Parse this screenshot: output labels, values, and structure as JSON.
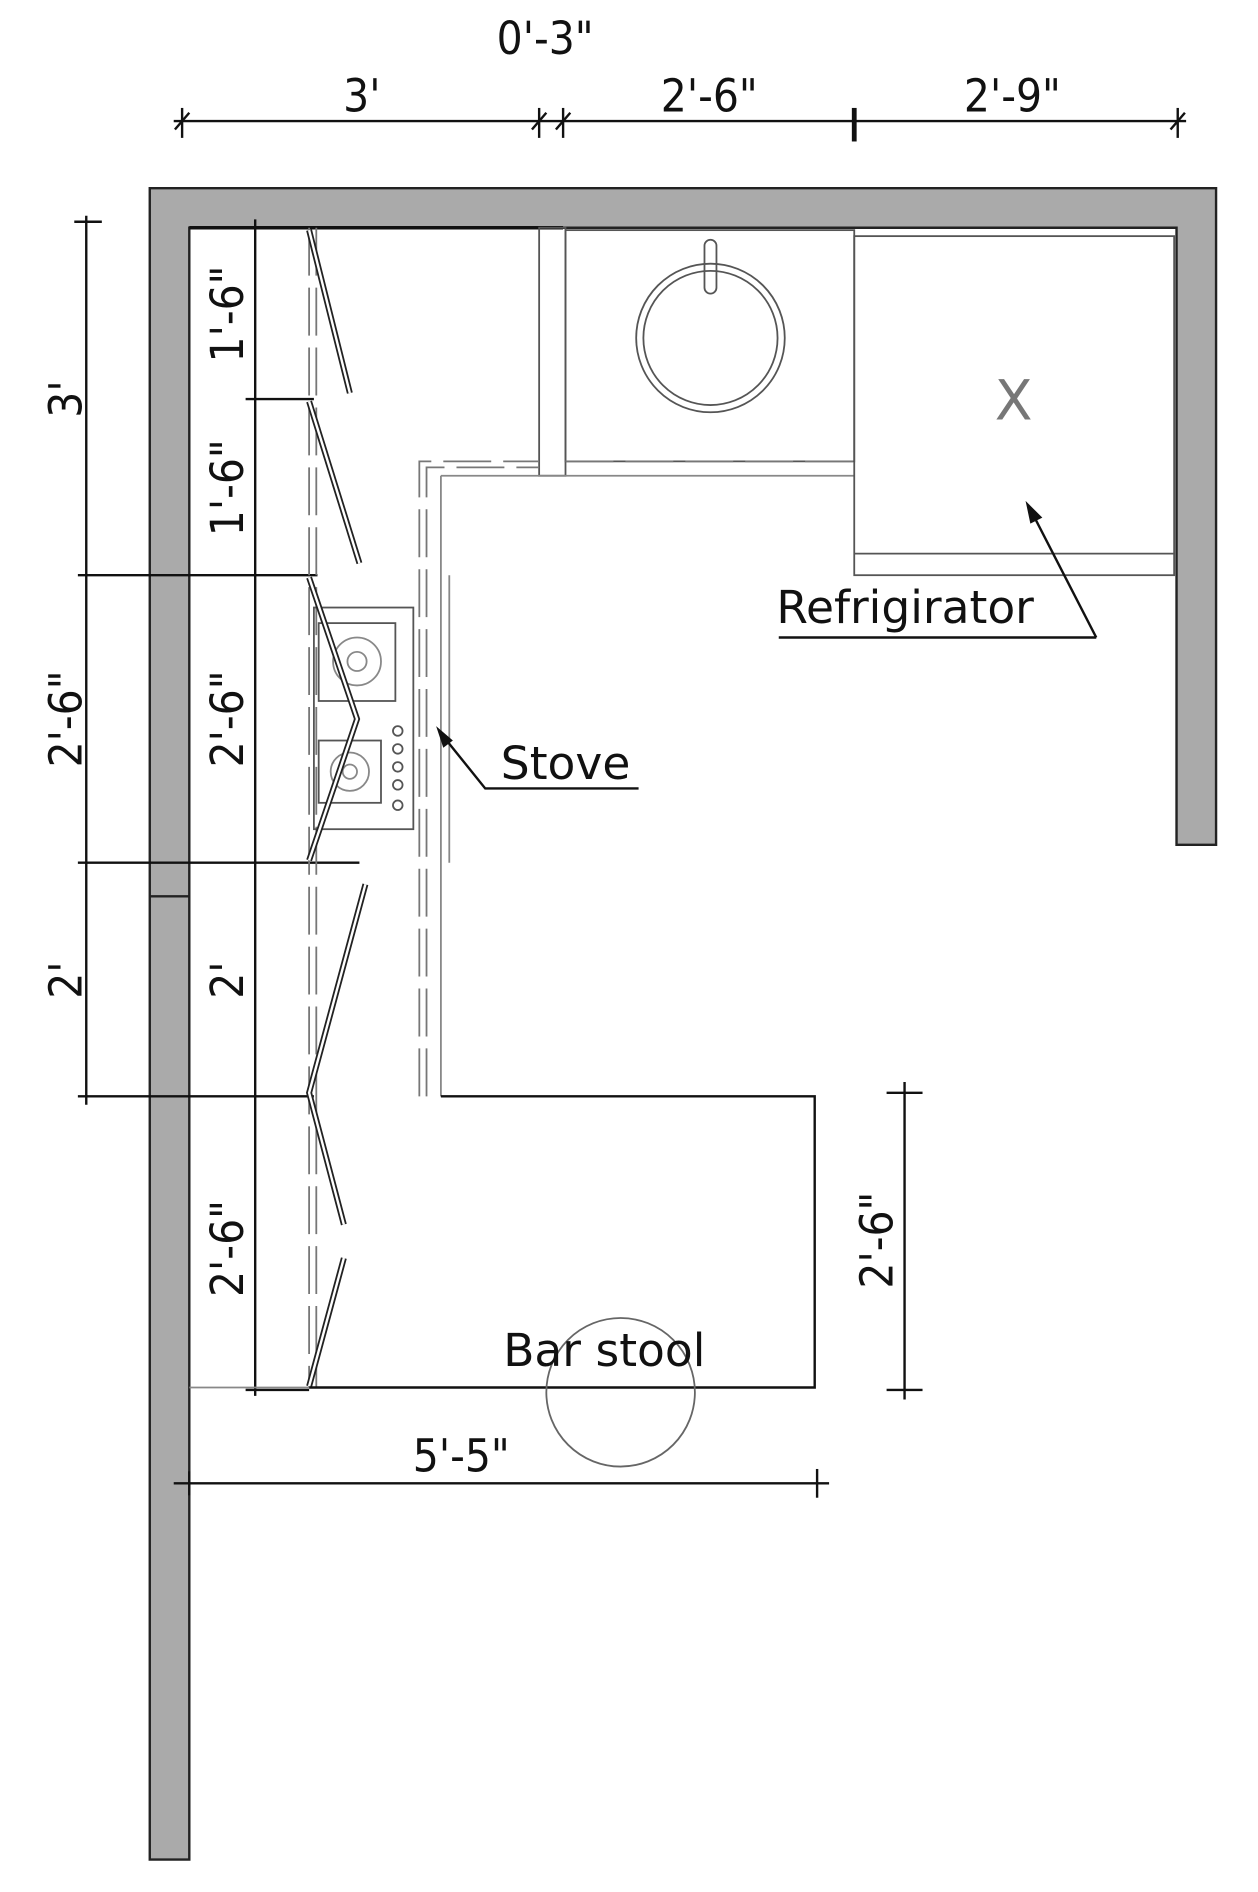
{
  "title": "Kitchen floor plan",
  "dimensions": {
    "top_gap": "0'-3\"",
    "top": [
      "3'",
      "2'-6\"",
      "2'-9\""
    ],
    "left_outer": [
      "3'",
      "2'-6\"",
      "2'"
    ],
    "left_inner": [
      "1'-6\"",
      "1'-6\"",
      "2'-6\"",
      "2'",
      "2'-6\""
    ],
    "peninsula_depth": "2'-6\"",
    "peninsula_length": "5'-5\""
  },
  "labels": {
    "refrigerator": "Refrigirator",
    "refrigerator_mark": "X",
    "stove": "Stove",
    "bar_stool": "Bar stool"
  },
  "colors": {
    "wall": "#aaaaaa",
    "line": "#111111"
  }
}
